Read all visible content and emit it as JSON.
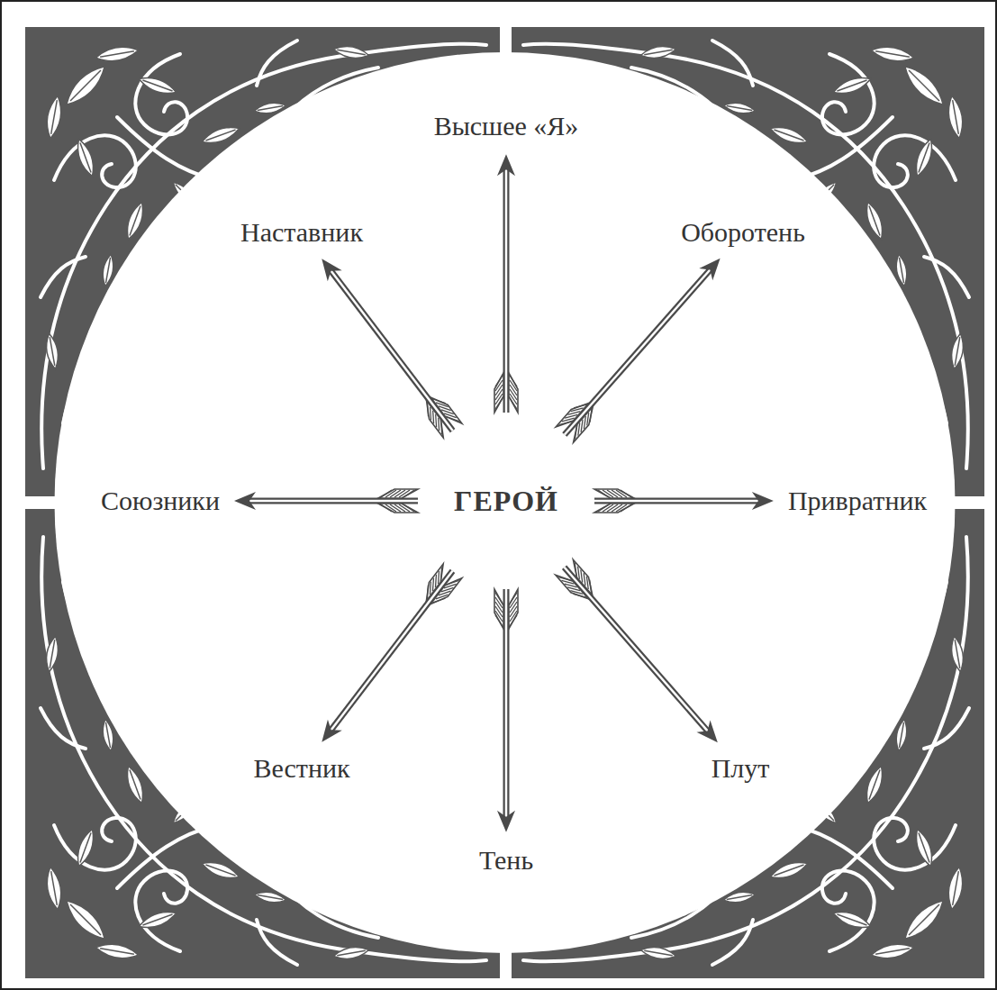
{
  "diagram": {
    "nodes": [
      {
        "text": [
          "Высшее «Я»"
        ]
      },
      {
        "text": [
          "Наставник"
        ]
      },
      {
        "text": [
          "Оборотень"
        ]
      },
      {
        "text": [
          "Союзники"
        ]
      },
      {
        "text": [
          "ГЕРОЙ"
        ]
      },
      {
        "text": [
          "Привратник"
        ]
      },
      {
        "text": [
          "Вестник"
        ]
      },
      {
        "text": [
          "Плут"
        ]
      },
      {
        "text": [
          "Тень"
        ]
      }
    ],
    "edges": [
      {
        "from": 4,
        "to": 0,
        "arrow": "to"
      },
      {
        "from": 4,
        "to": 1,
        "arrow": "to"
      },
      {
        "from": 4,
        "to": 2,
        "arrow": "to"
      },
      {
        "from": 4,
        "to": 3,
        "arrow": "to"
      },
      {
        "from": 4,
        "to": 5,
        "arrow": "to"
      },
      {
        "from": 4,
        "to": 6,
        "arrow": "to"
      },
      {
        "from": 4,
        "to": 7,
        "arrow": "to"
      },
      {
        "from": 4,
        "to": 8,
        "arrow": "to"
      }
    ]
  }
}
